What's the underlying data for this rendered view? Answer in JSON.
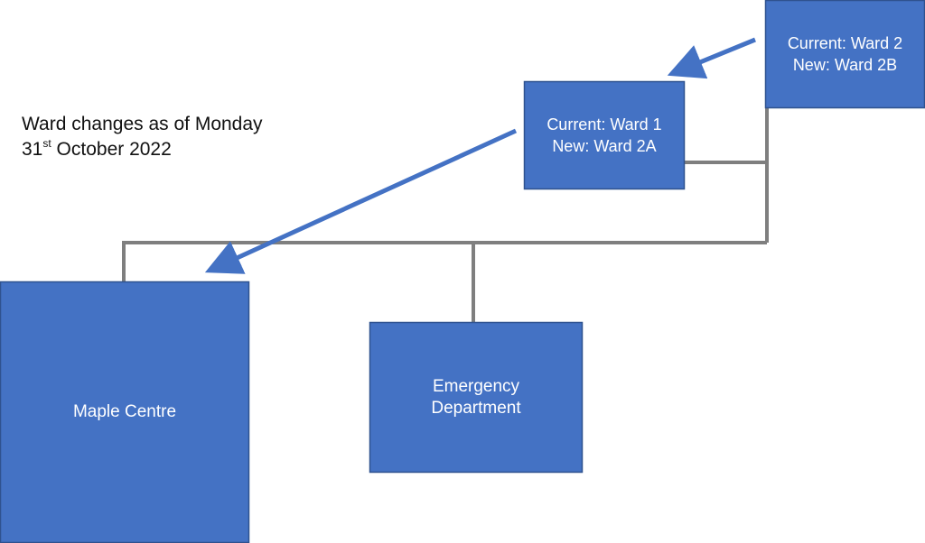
{
  "caption": {
    "line1": "Ward changes as of Monday",
    "line2_day": "31",
    "line2_suffix": "st",
    "line2_rest": " October 2022"
  },
  "boxes": {
    "ward2": {
      "line1": "Current: Ward 2",
      "line2": "New: Ward 2B"
    },
    "ward1": {
      "line1": "Current: Ward 1",
      "line2": "New: Ward 2A"
    },
    "maple": {
      "label": "Maple Centre"
    },
    "emergency": {
      "line1": "Emergency",
      "line2": "Department"
    }
  },
  "colors": {
    "box_fill": "#4472C4",
    "box_border": "#2F528F",
    "connector": "#7F7F7F",
    "arrow": "#4472C4"
  }
}
